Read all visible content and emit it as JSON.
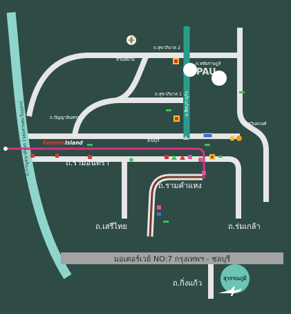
{
  "map": {
    "labels": {
      "sukhaphiban_2": "ถ.สุขาภิบาล 2",
      "sukhaphiban_1": "ถ.สุขาภิบาล 1",
      "hathairat": "ถ.หทัยราษฎร์",
      "panya_intra": "ถ.ปัญญาอินทรา",
      "siam_park": "สวนสยาม",
      "min_buri": "มีนบุรี",
      "suwinthawong": "ถ.สุวินทวงศ์",
      "ramintra": "ถ.รามอินทรา",
      "ramkhamhaeng": "ถ.รามคำแหง",
      "seri_thai": "ถ.เสรีไทย",
      "romklao": "ถ.ร่มเกล้า",
      "motorway": "มอเตอร์เวย์ NO:7 กรุงเทพฯ - ชลบุรี",
      "king_kaeo": "ถ.กิ่งแก้ว",
      "vertical_teal_road": "ถ.สีหบุรานุกิจ",
      "left_band_road": "ถ.กาญจนาภิเษก (วงแหวนตะวันออก)"
    },
    "logos": {
      "fashion_island_part1": "Fashion",
      "fashion_island_part2": "Island",
      "pau": "PAU",
      "airport": "สุวรรณภูมิ"
    },
    "colors": {
      "background": "#2f4b45",
      "road": "#e6e6e6",
      "left_band": "#8ed6cc",
      "teal_road": "#2a9c8c",
      "pink_line": "#d63384",
      "motorway_band": "#a3a3a3",
      "ramkhamhaeng_core": "#7a3b2e",
      "airport_circle": "#6cc3b6"
    }
  }
}
